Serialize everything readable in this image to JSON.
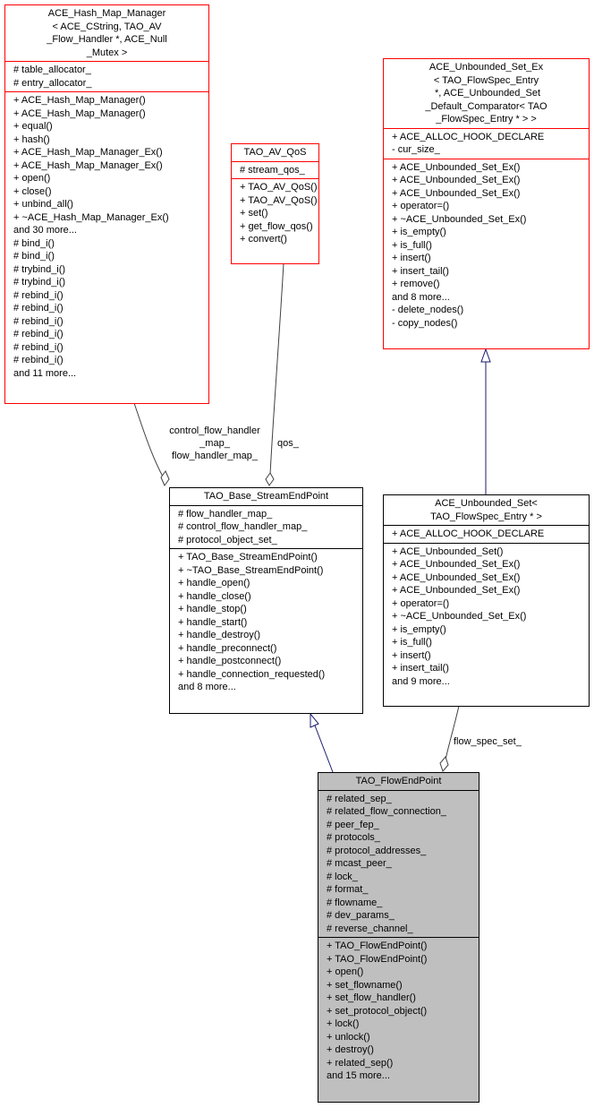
{
  "classes": {
    "hash_map": {
      "title": [
        "ACE_Hash_Map_Manager",
        "< ACE_CString, TAO_AV",
        "_Flow_Handler *, ACE_Null",
        "_Mutex >"
      ],
      "attributes": [
        "# table_allocator_",
        "# entry_allocator_"
      ],
      "methods": [
        "+ ACE_Hash_Map_Manager()",
        "+ ACE_Hash_Map_Manager()",
        "+ equal()",
        "+ hash()",
        "+ ACE_Hash_Map_Manager_Ex()",
        "+ ACE_Hash_Map_Manager_Ex()",
        "+ open()",
        "+ close()",
        "+ unbind_all()",
        "+ ~ACE_Hash_Map_Manager_Ex()",
        "and 30 more...",
        "# bind_i()",
        "# bind_i()",
        "# trybind_i()",
        "# trybind_i()",
        "# rebind_i()",
        "# rebind_i()",
        "# rebind_i()",
        "# rebind_i()",
        "# rebind_i()",
        "# rebind_i()",
        "and 11 more..."
      ]
    },
    "qos": {
      "title": [
        "TAO_AV_QoS"
      ],
      "attributes": [
        "# stream_qos_"
      ],
      "methods": [
        "+ TAO_AV_QoS()",
        "+ TAO_AV_QoS()",
        "+ set()",
        "+ get_flow_qos()",
        "+ convert()"
      ]
    },
    "unbounded_set_ex": {
      "title": [
        "ACE_Unbounded_Set_Ex",
        "< TAO_FlowSpec_Entry",
        " *, ACE_Unbounded_Set",
        "_Default_Comparator< TAO",
        "_FlowSpec_Entry * > >"
      ],
      "attributes": [
        "+ ACE_ALLOC_HOOK_DECLARE",
        "- cur_size_"
      ],
      "methods": [
        "+ ACE_Unbounded_Set_Ex()",
        "+ ACE_Unbounded_Set_Ex()",
        "+ ACE_Unbounded_Set_Ex()",
        "+ operator=()",
        "+ ~ACE_Unbounded_Set_Ex()",
        "+ is_empty()",
        "+ is_full()",
        "+ insert()",
        "+ insert_tail()",
        "+ remove()",
        "and 8 more...",
        "- delete_nodes()",
        "- copy_nodes()"
      ]
    },
    "base_stream": {
      "title": [
        "TAO_Base_StreamEndPoint"
      ],
      "attributes": [
        "# flow_handler_map_",
        "# control_flow_handler_map_",
        "# protocol_object_set_"
      ],
      "methods": [
        "+ TAO_Base_StreamEndPoint()",
        "+ ~TAO_Base_StreamEndPoint()",
        "+ handle_open()",
        "+ handle_close()",
        "+ handle_stop()",
        "+ handle_start()",
        "+ handle_destroy()",
        "+ handle_preconnect()",
        "+ handle_postconnect()",
        "+ handle_connection_requested()",
        "and 8 more..."
      ]
    },
    "unbounded_set": {
      "title": [
        "ACE_Unbounded_Set<",
        "TAO_FlowSpec_Entry * >"
      ],
      "attributes": [
        "+ ACE_ALLOC_HOOK_DECLARE"
      ],
      "methods": [
        "+ ACE_Unbounded_Set()",
        "+ ACE_Unbounded_Set_Ex()",
        "+ ACE_Unbounded_Set_Ex()",
        "+ ACE_Unbounded_Set_Ex()",
        "+ operator=()",
        "+ ~ACE_Unbounded_Set_Ex()",
        "+ is_empty()",
        "+ is_full()",
        "+ insert()",
        "+ insert_tail()",
        "and 9 more..."
      ]
    },
    "flow_end_point": {
      "title": [
        "TAO_FlowEndPoint"
      ],
      "attributes": [
        "# related_sep_",
        "# related_flow_connection_",
        "# peer_fep_",
        "# protocols_",
        "# protocol_addresses_",
        "# mcast_peer_",
        "# lock_",
        "# format_",
        "# flowname_",
        "# dev_params_",
        "# reverse_channel_"
      ],
      "methods": [
        "+ TAO_FlowEndPoint()",
        "+ TAO_FlowEndPoint()",
        "+ open()",
        "+ set_flowname()",
        "+ set_flow_handler()",
        "+ set_protocol_object()",
        "+ lock()",
        "+ unlock()",
        "+ destroy()",
        "+ related_sep()",
        "and 15 more..."
      ]
    }
  },
  "edge_labels": {
    "map_label": "control_flow_handler\n_map_\nflow_handler_map_",
    "qos_label": "qos_",
    "flow_spec_label": "flow_spec_set_"
  },
  "colors": {
    "external_border": "#ff0000",
    "current_fill": "#bfbfbf",
    "inheritance_edge": "#191970",
    "usage_edge": "#404040"
  }
}
